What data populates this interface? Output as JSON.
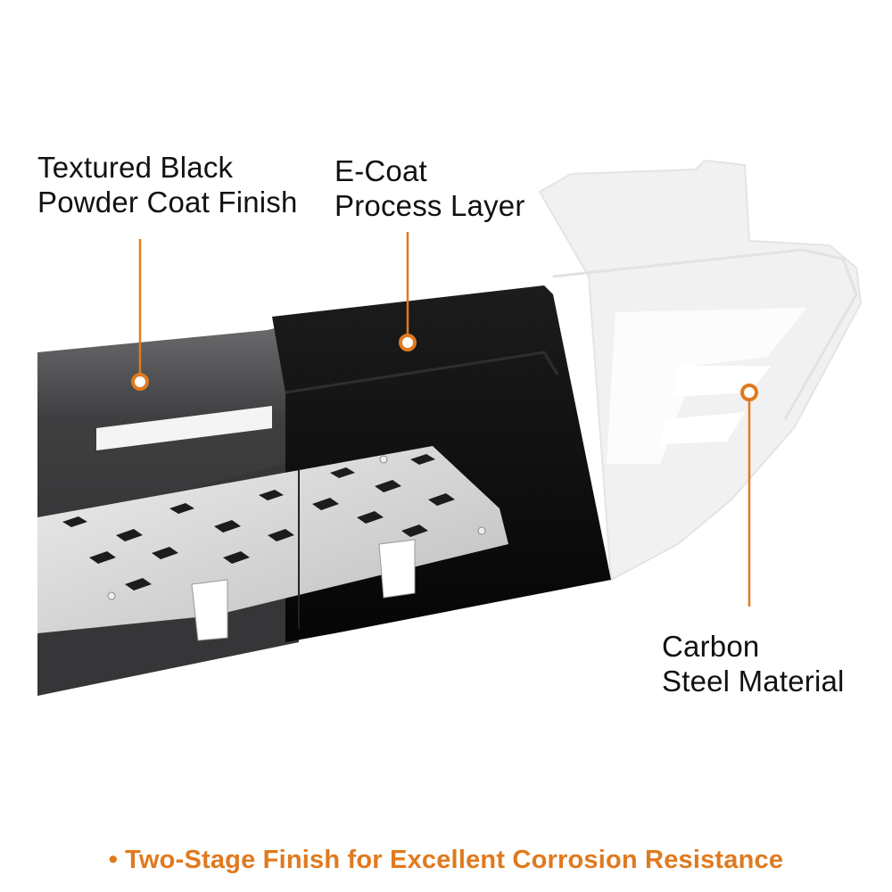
{
  "callouts": [
    {
      "line1": "Textured Black",
      "line2": "Powder Coat Finish"
    },
    {
      "line1": "E-Coat",
      "line2": "Process Layer"
    },
    {
      "line1": "Carbon",
      "line2": "Steel Material"
    }
  ],
  "footer": {
    "bullet": "•",
    "text": "Two-Stage Finish for Excellent Corrosion Resistance"
  },
  "colors": {
    "accent": "#e07a1f",
    "powder_coat": "#4a4a4c",
    "ecoat": "#0b0b0b",
    "raw_steel": "#efefef",
    "tread_plate": "#d6d6d6"
  }
}
